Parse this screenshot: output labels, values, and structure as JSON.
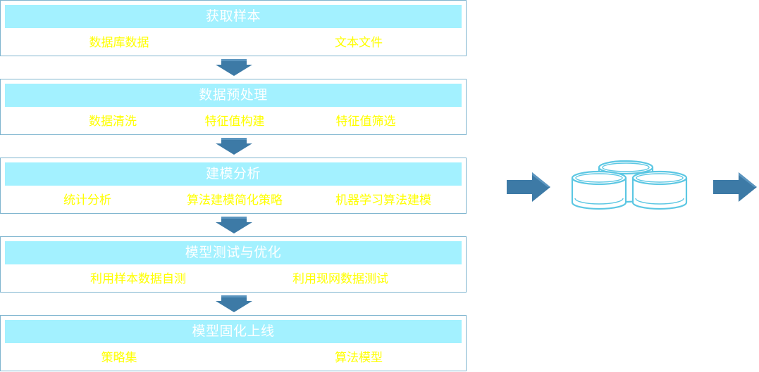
{
  "stages": [
    {
      "title": "获取样本",
      "items": [
        "数据库数据",
        "文本文件"
      ]
    },
    {
      "title": "数据预处理",
      "items": [
        "数据清洗",
        "特征值构建",
        "特征值筛选"
      ]
    },
    {
      "title": "建模分析",
      "items": [
        "统计分析",
        "算法建模简化策略",
        "机器学习算法建模"
      ]
    },
    {
      "title": "模型测试与优化",
      "items": [
        "利用样本数据自测",
        "利用现网数据测试"
      ]
    },
    {
      "title": "模型固化上线",
      "items": [
        "策略集",
        "算法模型"
      ]
    }
  ],
  "colors": {
    "header_fill": "#a3f1ff",
    "header_text": "#ffffff",
    "item_text": "#ffff00",
    "box_border": "#7fb5cf",
    "arrow_fill": "#3d7aa6",
    "db_stroke": "#5cc7e3"
  },
  "icons": {
    "flow_arrow": "down-arrow-icon",
    "side_arrow": "right-arrow-icon",
    "database": "database-cylinders-icon"
  }
}
